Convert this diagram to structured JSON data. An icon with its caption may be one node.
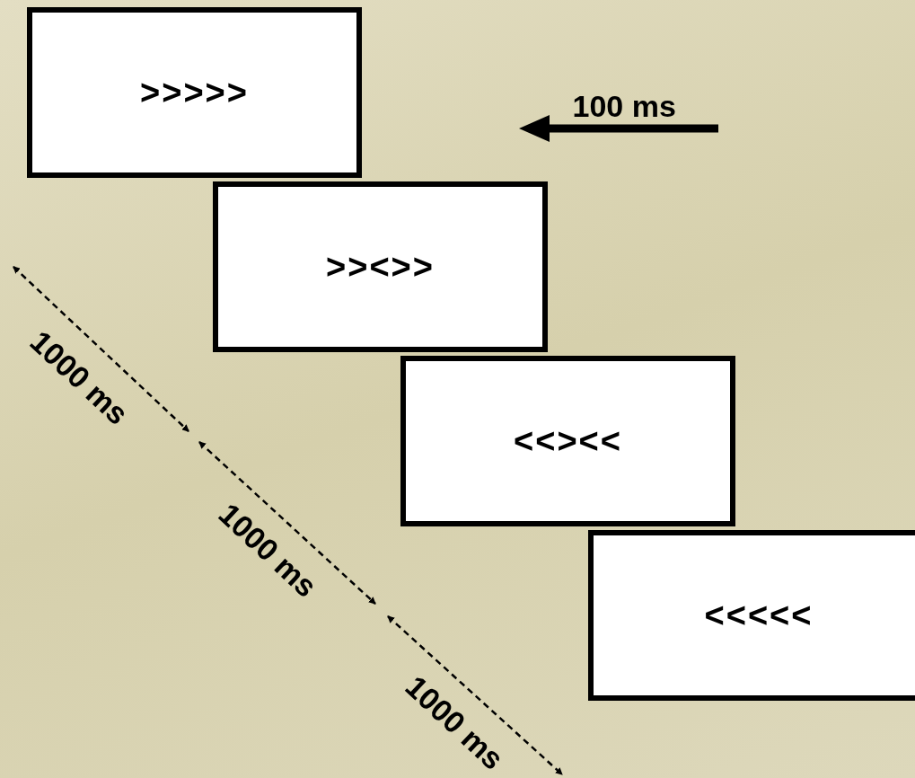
{
  "diagram": {
    "nodes": [
      {
        "text": [
          ">>>>>"
        ]
      },
      {
        "text": [
          ">><>>"
        ]
      },
      {
        "text": [
          "<<><<"
        ]
      },
      {
        "text": [
          "<<<<<"
        ]
      }
    ],
    "edges": [],
    "labels": [
      "100 ms",
      "1000 ms",
      "1000 ms",
      "1000 ms"
    ]
  }
}
